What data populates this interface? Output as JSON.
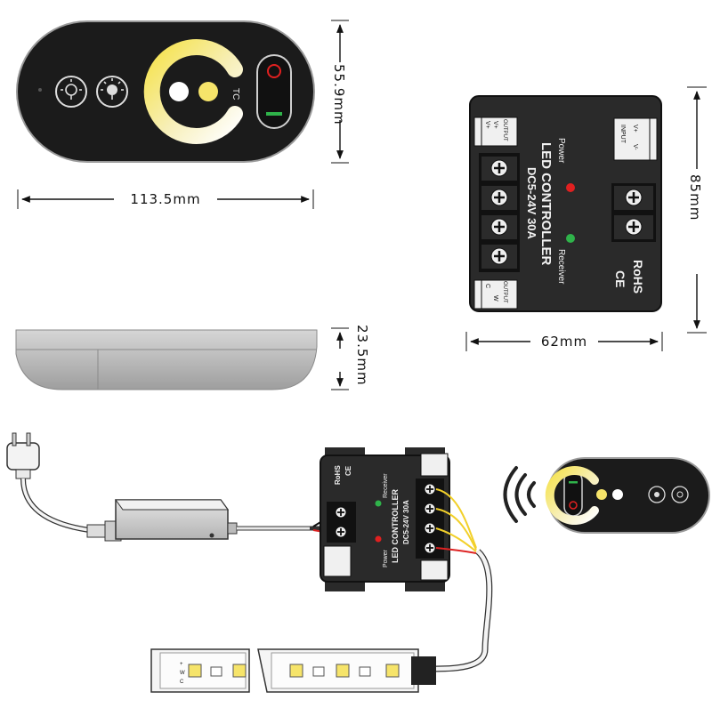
{
  "dimensions": {
    "remote_height": "55.9mm",
    "remote_width": "113.5mm",
    "remote_thickness": "23.5mm",
    "controller_height": "85mm",
    "controller_width": "62mm"
  },
  "remote": {
    "ring_label": "TC"
  },
  "controller": {
    "title": "LED CONTROLLER",
    "rating": "DC5-24V 30A",
    "power_label": "Power",
    "receiver_label": "Receiver",
    "rohs": "RoHS",
    "ce": "CE",
    "output_label": "OUTPUT",
    "input_label": "INPUT",
    "output_top_pins": [
      "V+",
      "V+"
    ],
    "output_bottom_pins": [
      "C",
      "W"
    ],
    "input_pins": [
      "V+",
      "V-"
    ]
  },
  "strip": {
    "pin_labels": [
      "+",
      "W",
      "C"
    ]
  },
  "colors": {
    "warm_white": "#f6e46a",
    "cool_white": "#ffffff",
    "power_led": "#e02020",
    "receiver_led": "#2fb34a",
    "case": "#2a2a2a",
    "terminal": "#111111"
  }
}
